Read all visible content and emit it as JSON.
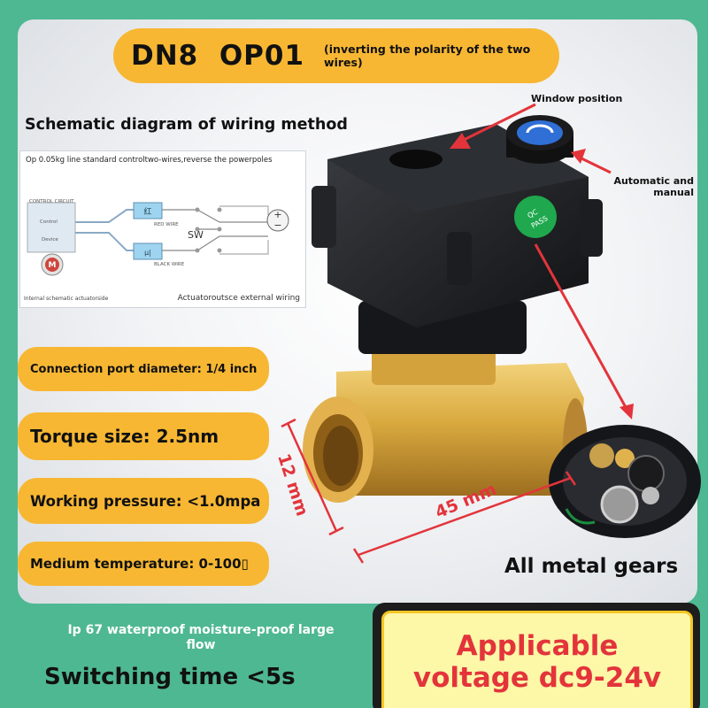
{
  "header": {
    "model": "DN8  OP01",
    "note": "(inverting the polarity of the two wires)"
  },
  "wiring": {
    "title": "Schematic diagram of wiring method",
    "note": "Op 0.05kg line standard controltwo-wires,reverse the powerpoles",
    "control_circuit": "CONTROL CIRCUIT",
    "control": "Control",
    "device": "Device",
    "motor": "M",
    "red_wire": "RED WIRE",
    "black_wire": "BLACK WIRE",
    "switch": "SW",
    "relay_top": "红",
    "relay_bottom": "μ|",
    "internal_label": "Internal schematic actuatorside",
    "external_label": "Actuatoroutsce external wiring"
  },
  "annotations": {
    "window": "Window position",
    "auto_manual": "Automatic and manual",
    "qc_top": "QC",
    "qc_bottom": "PASS"
  },
  "dimensions": {
    "height": "12 mm",
    "length": "45 mm"
  },
  "specs": {
    "port": "Connection port diameter: 1/4 inch",
    "torque": "Torque size: 2.5nm",
    "pressure": "Working pressure: <1.0mpa",
    "temperature": "Medium temperature: 0-100▯"
  },
  "gears": {
    "label": "All metal gears"
  },
  "footer": {
    "ip": "Ip 67 waterproof moisture-proof large flow",
    "switching": "Switching time <5s",
    "voltage_line1": "Applicable",
    "voltage_line2": "voltage dc9-24v"
  },
  "colors": {
    "background": "#4eb893",
    "accent": "#f7b733",
    "arrow": "#e3343b",
    "voltage_text": "#e3343b"
  }
}
